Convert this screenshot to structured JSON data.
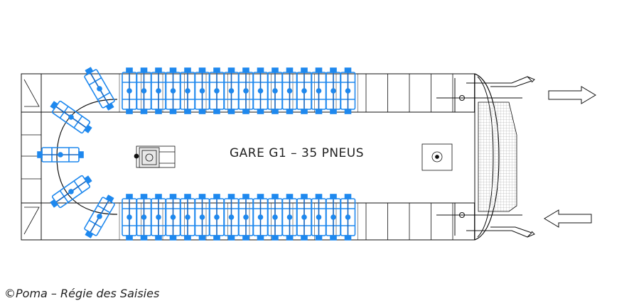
{
  "diagram": {
    "station_label": "GARE G1 – 35 PNEUS",
    "credit": "©Poma – Régie des Saisies",
    "colors": {
      "line": "#111111",
      "chair": "#1e88ee",
      "chair_dark": "#1565c0",
      "mesh": "#9a9a9a",
      "background": "#ffffff"
    },
    "arrows": [
      {
        "direction": "right",
        "meaning": "departure"
      },
      {
        "direction": "left",
        "meaning": "arrival"
      }
    ],
    "tire_count": 35
  }
}
